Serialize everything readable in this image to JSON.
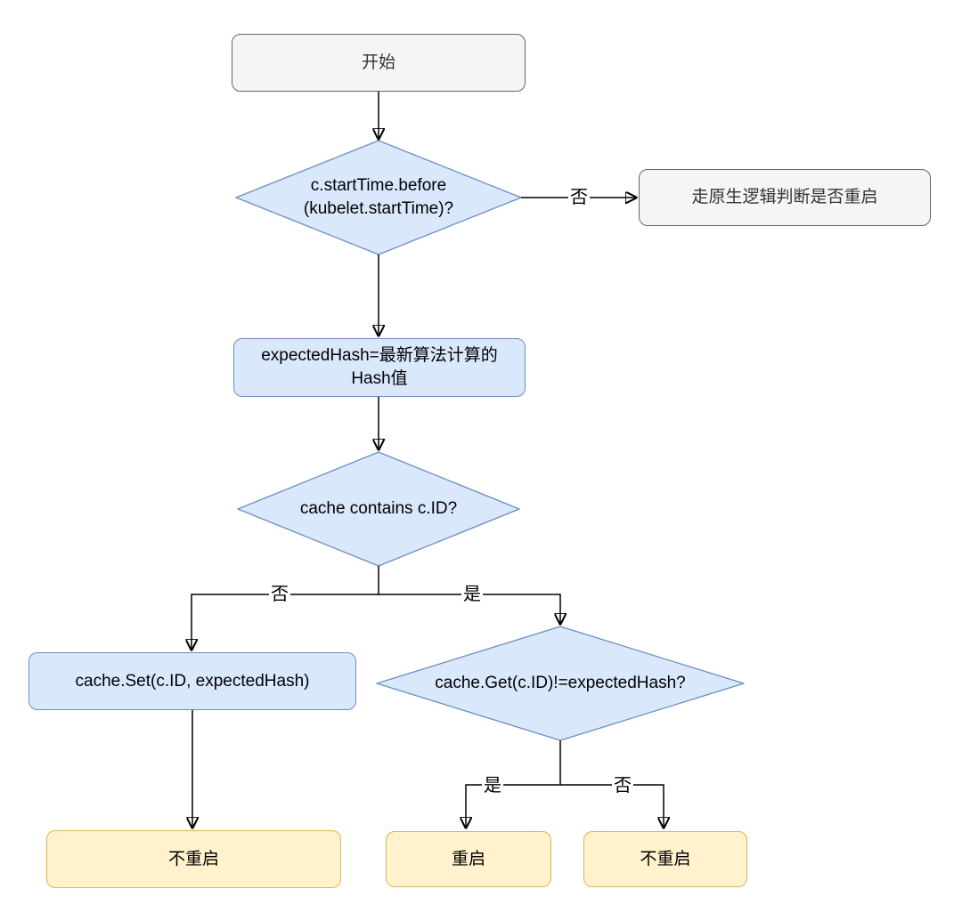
{
  "diagram": {
    "nodes": {
      "start": {
        "label": "开始"
      },
      "check_start_time": {
        "label": "c.startTime.before (kubelet.startTime)?"
      },
      "native_logic": {
        "label": "走原生逻辑判断是否重启"
      },
      "compute_hash": {
        "label": "expectedHash=最新算法计算的Hash值"
      },
      "cache_contains": {
        "label": "cache contains c.ID?"
      },
      "cache_set": {
        "label": "cache.Set(c.ID, expectedHash)"
      },
      "cache_get_check": {
        "label": "cache.Get(c.ID)!=expectedHash?"
      },
      "no_restart_left": {
        "label": "不重启"
      },
      "restart": {
        "label": "重启"
      },
      "no_restart_right": {
        "label": "不重启"
      }
    },
    "edge_labels": {
      "check_start_time_no": "否",
      "cache_contains_no": "否",
      "cache_contains_yes": "是",
      "cache_get_yes": "是",
      "cache_get_no": "否"
    },
    "colors": {
      "gray_fill": "#f5f5f5",
      "gray_border": "#666666",
      "blue_fill": "#dae8fc",
      "blue_border": "#6c8ebf",
      "yellow_fill": "#fff2cc",
      "yellow_border": "#d6b656",
      "line": "#000000"
    }
  }
}
